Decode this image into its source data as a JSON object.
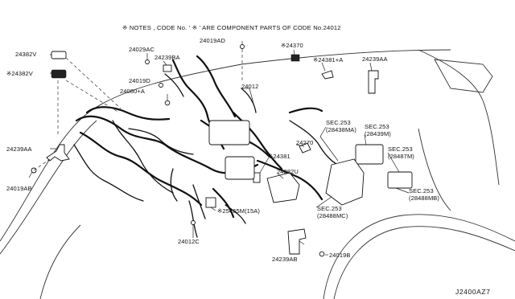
{
  "header": {
    "note": "※ NOTES , CODE No. ' ※ ' ARE COMPONENT PARTS OF CODE No.24012"
  },
  "footer": {
    "diagram_code": "J2400AZ7"
  },
  "labels": {
    "p24382V": "24382V",
    "p24382V_star": "※24382V",
    "p24029AC": "24029AC",
    "p24239BA": "24239BA",
    "p24019AD": "24019AD",
    "p24370": "※24370",
    "p24381A": "※24381+A",
    "p24239AA": "24239AA",
    "p24019D": "24019D",
    "p24080A": "24080+A",
    "p24012": "24012",
    "sec253_a_1": "SEC.253",
    "sec253_a_2": "(28438MA)",
    "sec253_b_1": "SEC.253",
    "sec253_b_2": "(28439M)",
    "sec253_c_1": "SEC.253",
    "sec253_c_2": "(28487M)",
    "p24270": "24270",
    "p24381": "※24381",
    "p24382U": "24382U",
    "sec253_d_1": "SEC.253",
    "sec253_d_2": "(28488MB)",
    "p24239AA_left": "24239AA",
    "p24019AB": "24019AB",
    "p25465M": "※25465M(15A)",
    "sec253_e_1": "SEC.253",
    "sec253_e_2": "(28488MC)",
    "p24012C": "24012C",
    "p24239AB": "24239AB",
    "p24019B": "24019B"
  }
}
